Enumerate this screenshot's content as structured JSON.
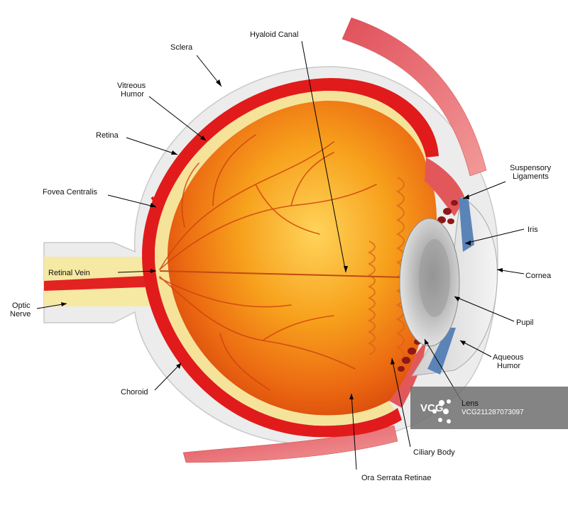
{
  "labels": {
    "sclera": "Sclera",
    "hyaloid_canal": "Hyaloid Canal",
    "vitreous_humor_1": "Vitreous",
    "vitreous_humor_2": "Humor",
    "retina": "Retina",
    "fovea_centralis": "Fovea Centralis",
    "retinal_vein": "Retinal Vein",
    "optic_nerve_1": "Optic",
    "optic_nerve_2": "Nerve",
    "choroid": "Choroid",
    "suspensory_1": "Suspensory",
    "suspensory_2": "Ligaments",
    "iris": "Iris",
    "cornea": "Cornea",
    "pupil": "Pupil",
    "aqueous_1": "Aqueous",
    "aqueous_2": "Humor",
    "lens": "Lens",
    "ciliary_body": "Ciliary Body",
    "ora_serrata": "Ora Serrata Retinae"
  },
  "watermark": {
    "brand": "VCG",
    "id_text": "VCG211287073097"
  }
}
